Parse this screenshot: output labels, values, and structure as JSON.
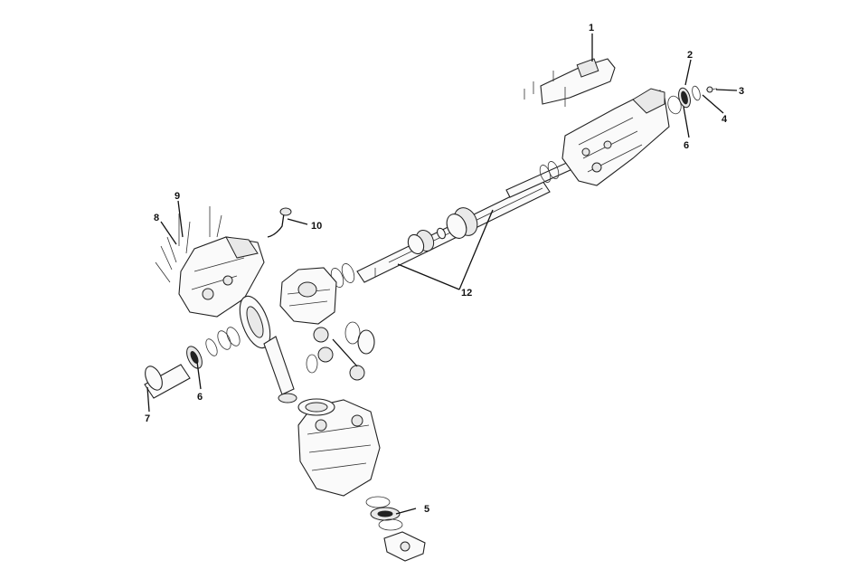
{
  "callouts": [
    {
      "id": "c1",
      "label": "1"
    },
    {
      "id": "c2",
      "label": "2"
    },
    {
      "id": "c3",
      "label": "3"
    },
    {
      "id": "c4",
      "label": "4"
    },
    {
      "id": "c5",
      "label": "5"
    },
    {
      "id": "c6a",
      "label": "6"
    },
    {
      "id": "c6b",
      "label": "6"
    },
    {
      "id": "c7",
      "label": "7"
    },
    {
      "id": "c8",
      "label": "8"
    },
    {
      "id": "c9",
      "label": "9"
    },
    {
      "id": "c10",
      "label": "10"
    },
    {
      "id": "c12",
      "label": "12"
    }
  ]
}
